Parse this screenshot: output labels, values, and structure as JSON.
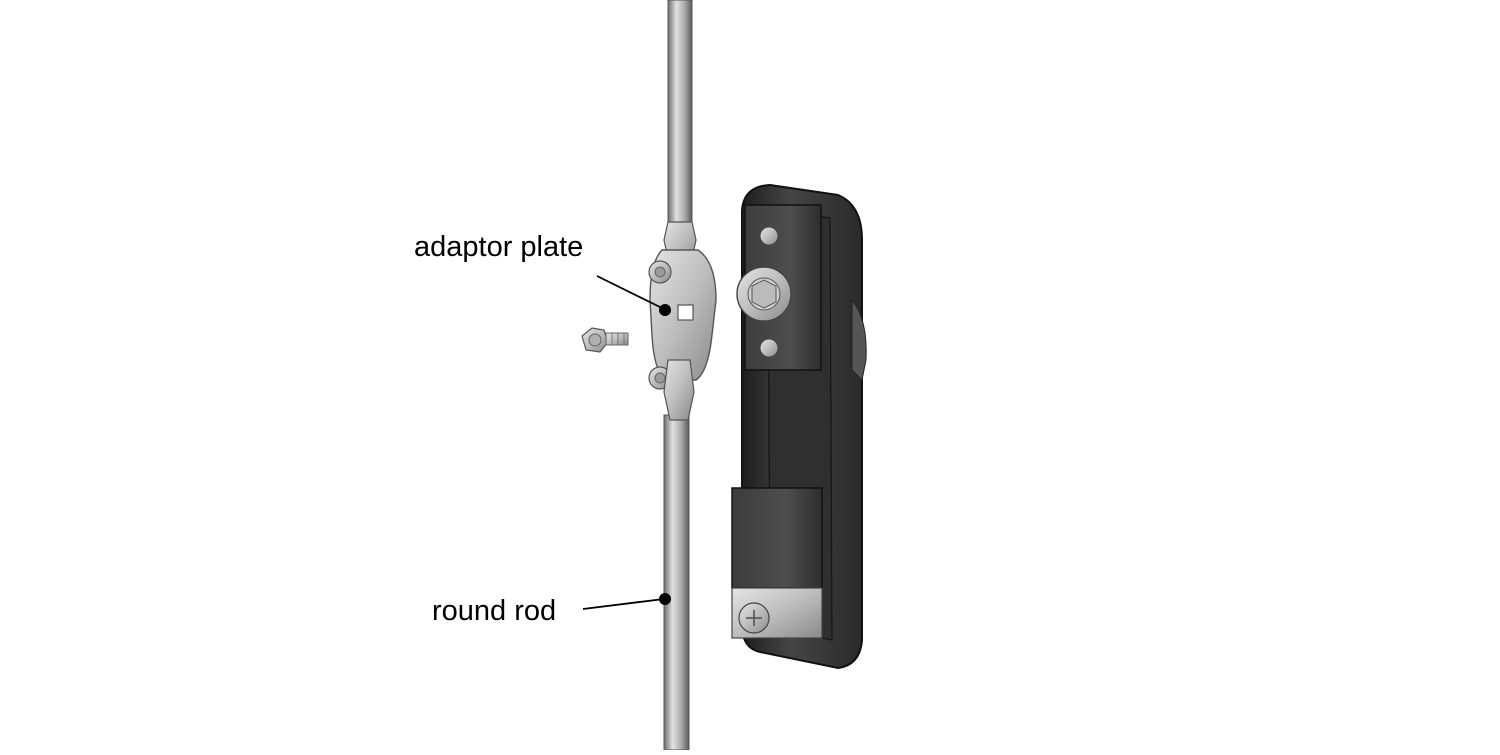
{
  "labels": {
    "adaptor_plate": "adaptor plate",
    "round_rod": "round rod"
  },
  "colors": {
    "background": "#ffffff",
    "rod": "#a9a9a9",
    "rod_highlight": "#e2e2e2",
    "rod_shadow": "#6e6e6e",
    "metal": "#c4c4c4",
    "metal_dark": "#8a8a8a",
    "handle_body": "#3a3a3a",
    "handle_face": "#2c2c2c",
    "handle_edge": "#1a1a1a",
    "leader": "#000000"
  },
  "icons": {
    "rod": "vertical-round-rod",
    "plate": "adaptor-plate-with-nuts",
    "screw": "hex-screw",
    "handle": "swing-handle-lock"
  }
}
